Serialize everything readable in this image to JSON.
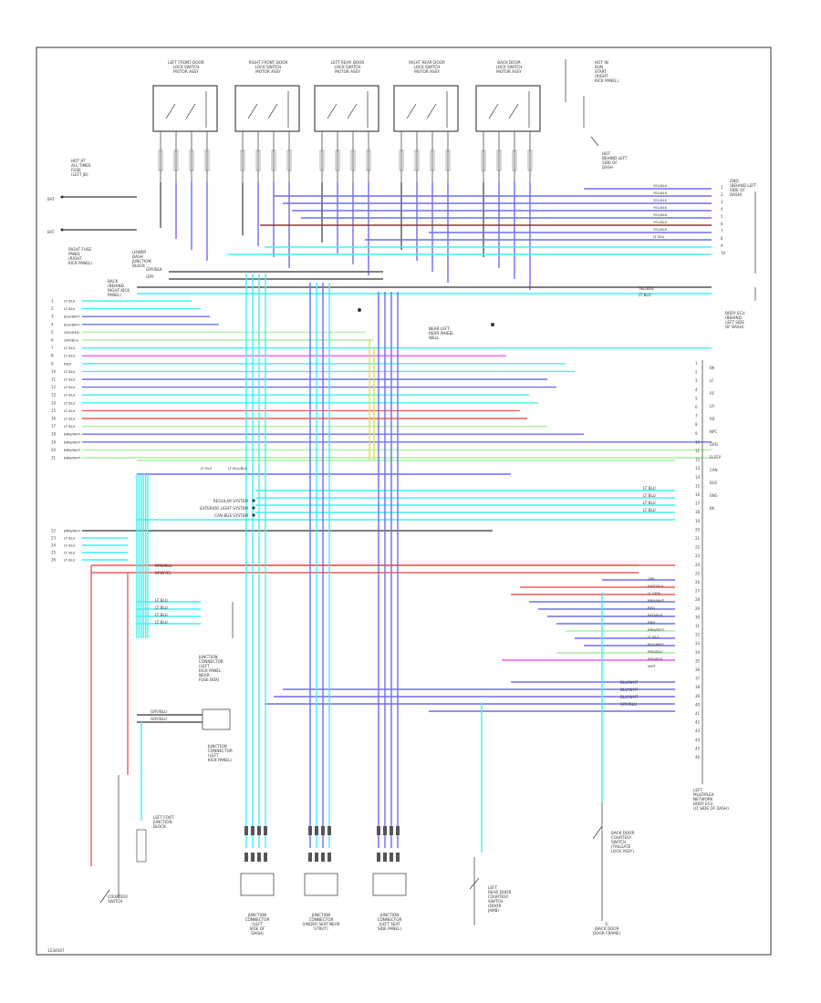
{
  "diagram": {
    "footer_code": "1234567",
    "switches": [
      {
        "id": "lf",
        "label": [
          "LEFT FRONT DOOR",
          "LOCK SWITCH",
          "MOTOR ASSY"
        ]
      },
      {
        "id": "rf",
        "label": [
          "RIGHT FRONT DOOR",
          "LOCK SWITCH",
          "MOTOR ASSY"
        ]
      },
      {
        "id": "lr",
        "label": [
          "LEFT REAR DOOR",
          "LOCK SWITCH",
          "MOTOR ASSY"
        ]
      },
      {
        "id": "rr",
        "label": [
          "RIGHT REAR DOOR",
          "LOCK SWITCH",
          "MOTOR ASSY"
        ]
      },
      {
        "id": "bk",
        "label": [
          "BACK DOOR",
          "LOCK SWITCH",
          "MOTOR ASSY"
        ]
      }
    ],
    "left_labels": {
      "fuse_left": [
        "HOT AT",
        "ALL TIMES",
        "FUSE",
        "(LEFT JB)"
      ],
      "fuse_right": [
        "RIGHT FUSE",
        "PANEL",
        "(RIGHT",
        "KICK PANEL)"
      ],
      "lower_box": [
        "LOWER",
        "DASH",
        "JUNCTION",
        "BLOCK"
      ],
      "mid_box": [
        "BACK",
        "(BEHIND",
        "RIGHT KICK",
        "PANEL)"
      ],
      "bat_labels": [
        "BAT",
        "BAT"
      ]
    },
    "right_labels": {
      "top": [
        "HOT IN",
        "RUN",
        "START",
        "(RIGHT",
        "KICK PANEL)"
      ],
      "gnd": [
        "GND",
        "(BEHIND LEFT",
        "SIDE OF",
        "DASH)"
      ],
      "body_ecu": [
        "BODY ECU",
        "(BEHIND",
        "LEFT SIDE",
        "OF DASH)"
      ],
      "unit": [
        "LEFT",
        "MULTIPLEX",
        "NETWORK",
        "BODY ECU",
        "(LT SIDE OF DASH)"
      ],
      "center": [
        "NEAR LEFT",
        "REAR WHEEL",
        "WELL"
      ]
    },
    "mid_labels": {
      "systems": [
        "REGULAR SYSTEM",
        "EXTERIOR LIGHT SYSTEM",
        "CAN BUS SYSTEM"
      ],
      "jumper": [
        "LT BLU",
        "LT BLU/BLK"
      ],
      "junction_a": [
        "JUNCTION",
        "CONNECTOR",
        "(LEFT",
        "KICK PANEL",
        "NEAR",
        "FUSE BOX)"
      ],
      "junction_b": [
        "JUNCTION",
        "CONNECTOR",
        "(LEFT",
        "KICK PANEL)"
      ],
      "left_foot": [
        "LEFT FOOT",
        "JUNCTION",
        "BLOCK"
      ]
    },
    "bottom_labels": {
      "courtesy": [
        "COURTESY",
        "SWITCH"
      ],
      "j1": [
        "JUNCTION",
        "CONNECTOR",
        "(LEFT",
        "SIDE OF",
        "DASH)"
      ],
      "j2": [
        "JUNCTION",
        "CONNECTOR",
        "(UNDER SEAT NEAR",
        "STRUT)"
      ],
      "j3": [
        "JUNCTION",
        "CONNECTOR",
        "(LEFT SEAT",
        "SIDE PANEL)"
      ],
      "rear_door": [
        "LEFT",
        "REAR DOOR",
        "COURTESY",
        "SWITCH",
        "(DOOR",
        "JAMB)"
      ],
      "back_door": [
        "BACK DOOR",
        "COURTESY",
        "SWITCH",
        "(TAILGATE",
        "LOCK ASSY)"
      ],
      "g": [
        "G",
        "(BACK DOOR",
        "DOOR FRAME)"
      ]
    },
    "wire_labels": {
      "top_right": [
        "YEL/BLK",
        "YEL/BLK",
        "YEL/BLK",
        "YEL/BLK",
        "YEL/BLK",
        "YEL/BLK",
        "YEL/BLK",
        "LT BLU"
      ],
      "left_pins": [
        "LT BLU",
        "LT BLU",
        "BLU/WHT",
        "BLU/WHT",
        "GRY/RED",
        "GRY/BLU",
        "LT BLU",
        "LT BLU",
        "RED",
        "LT BLU",
        "LT BLU",
        "LT BLU",
        "LT BLU",
        "LT BLU",
        "LT BLU",
        "LT BLU",
        "LT BLU",
        "BRN/WHT",
        "BRN/WHT",
        "BRN/WHT",
        "BRN/WHT"
      ],
      "right_pins": [
        "GRY",
        "WHT/BLK",
        "LT GRN",
        "BRN/WHT",
        "RED",
        "RED/BLK",
        "BRN",
        "BRN/WHT",
        "LT BLU",
        "BLU/WHT",
        "RED/BLU",
        "RED/BLK",
        "WHT"
      ],
      "right_names": [
        "BK",
        "LF",
        "RF",
        "LR",
        "RR",
        "NPC",
        "GRD",
        "SLEEP",
        "CAN",
        "BUS",
        "ENG",
        "BK"
      ]
    },
    "colors": {
      "blue": "#6d6df2",
      "cyan": "#3ff2f2",
      "green": "#a8f0a0",
      "red": "#f25a5a",
      "magenta": "#f25af2",
      "brown": "#8a3a3a",
      "gray": "#555555",
      "yellow": "#e6e03a"
    }
  }
}
